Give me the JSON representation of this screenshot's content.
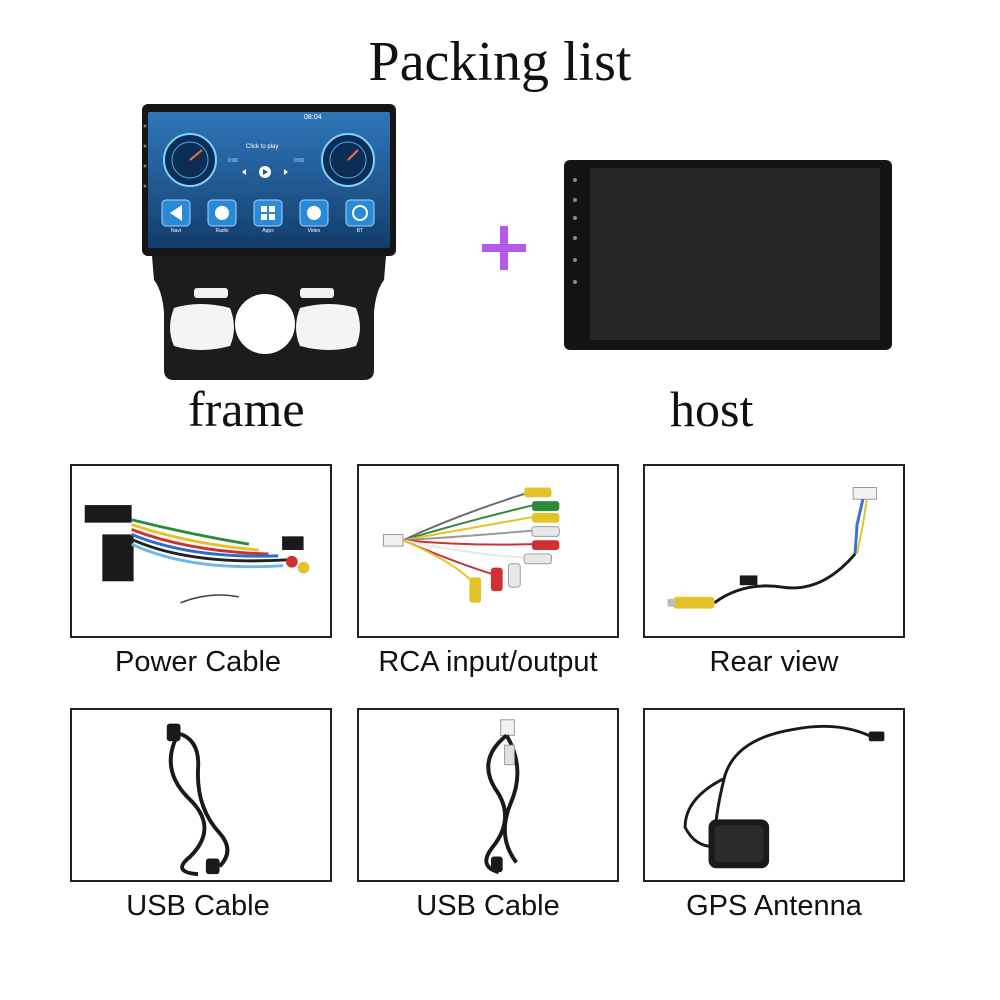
{
  "title": "Packing list",
  "units": {
    "frame": {
      "caption": "frame"
    },
    "host": {
      "caption": "host"
    }
  },
  "screen": {
    "clock": "08:04",
    "media_prompt": "Click to play",
    "time_start": "0:00",
    "time_end": "0:00",
    "apps": [
      "Navi",
      "Radio",
      "Apps",
      "Video",
      "BT"
    ]
  },
  "accessories": [
    {
      "label": "Power Cable"
    },
    {
      "label": "RCA input/output"
    },
    {
      "label": "Rear view"
    },
    {
      "label": "USB Cable"
    },
    {
      "label": "USB Cable"
    },
    {
      "label": "GPS Antenna"
    }
  ],
  "colors": {
    "plus": "#b45be8",
    "screen_bg": "#2a6fb0"
  }
}
